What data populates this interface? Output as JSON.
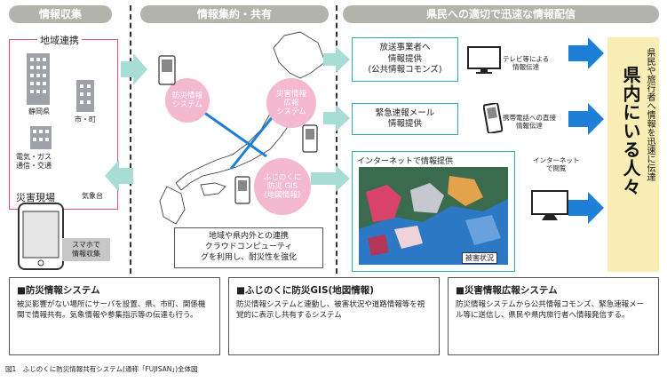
{
  "headers": {
    "collection": "情報収集",
    "aggregation": "情報集約・共有",
    "distribution": "県民への適切で迅速な情報配信"
  },
  "left": {
    "region_title": "地域連携",
    "shizuoka": "静岡県",
    "city": "市・町",
    "utilities": "電気・ガス\n通信・交通",
    "disaster_site": "災害現場",
    "weather": "気象台",
    "smartphone": "スマホで\n情報収集"
  },
  "center": {
    "bosai_system": "防災情報\nシステム",
    "saigai_system": "災害情報\n広報\nシステム",
    "fujinokuni_gis": "ふじのくに\n防災 GIS\n(地図情報)",
    "cloud_note": "地域や県内外との連携\nクラウドコンピューティ\nグを利用し、耐災性を強化"
  },
  "right": {
    "broadcast": "放送事業者へ\n情報提供\n(公共情報コモンズ)",
    "email": "緊急速報メール\n情報提供",
    "internet": "インターネットで情報提供",
    "damage": "被害状況",
    "tv": "テレビ等による\n情報伝達",
    "phone": "携帯電話への直接\n情報伝達",
    "browse": "インターネット\nで閲覧",
    "residents_big": "県内にいる人々",
    "residents_small": "県民や旅行者へ情報を迅速に伝達"
  },
  "panels": [
    {
      "title": "■防災情報システム",
      "body": "被災影響がない場所にサーバを設置、県、市町、関係機関で情報共有。気象情報や参集指示等の伝達も行う。"
    },
    {
      "title": "■ふじのくに防災GIS(地図情報)",
      "body": "防災情報システムと連動し、被害状況や道路情報等を視覚的に表示し共有するシステム"
    },
    {
      "title": "■災害情報広報システム",
      "body": "防災情報システムから公共情報コモンズ、緊急速報メール等に送信し、県民や県内旅行者へ情報発信する。"
    }
  ],
  "caption": "図1　ふじのくに防災情報共有システム(通称「FUJISAN」)全体図",
  "colors": {
    "header": "#b4b3aa",
    "pink_border": "#d4529a",
    "circle": "#f4b8cf",
    "teal": "#2eb0a8",
    "blue": "#1e7fd6",
    "yellow": "#f8edb5"
  }
}
